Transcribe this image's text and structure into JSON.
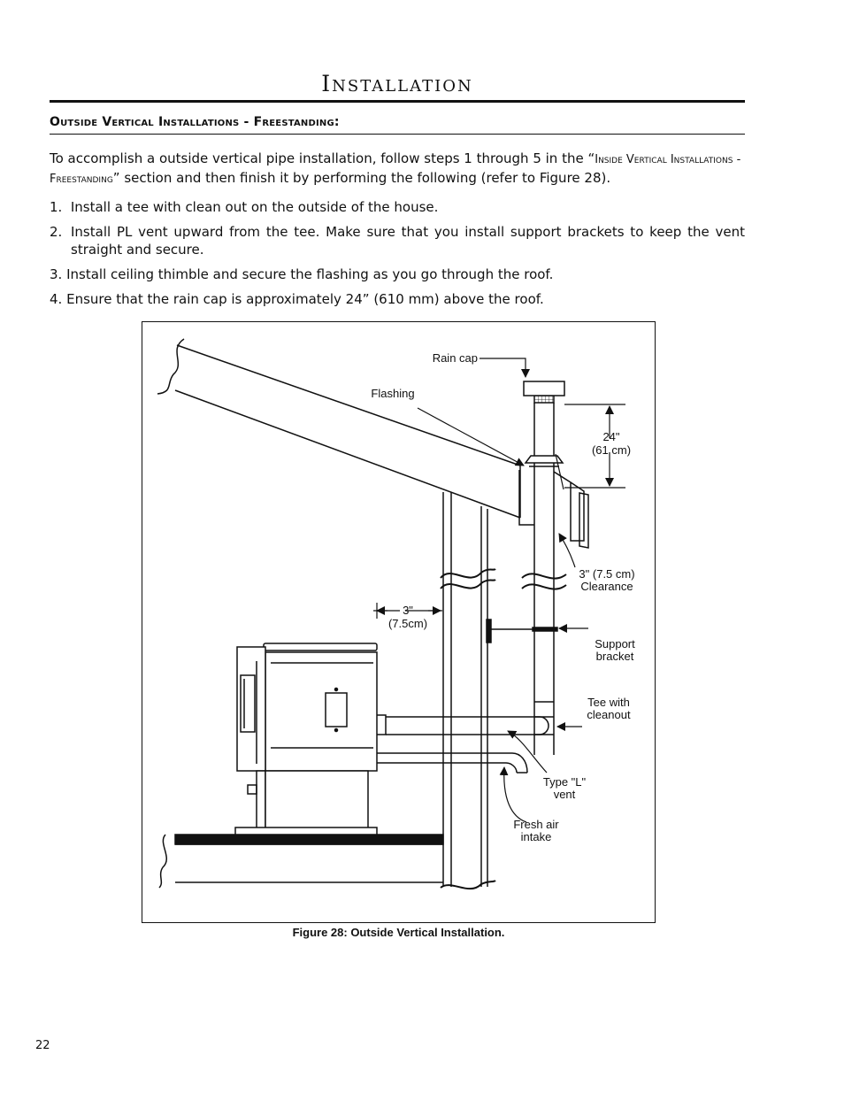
{
  "header": {
    "title": "Installation"
  },
  "section": {
    "heading": "Outside Vertical Installations - Freestanding:"
  },
  "intro": {
    "part1": "To accomplish a outside vertical pipe installation, follow steps 1 through 5 in the “",
    "reference": "Inside Vertical Installations - Freestanding",
    "part2": "” section and then finish it by performing the following (refer to Figure 28)."
  },
  "steps": [
    {
      "number": "1.",
      "text": "Install a tee with clean out on the outside of the house."
    },
    {
      "number": "2.",
      "text": "Install PL vent upward from the tee. Make sure that you install support brackets to keep the vent straight and secure."
    },
    {
      "number": "3.",
      "text": "Install ceiling thimble and secure the flashing as you go through the roof."
    },
    {
      "number": "4.",
      "text": "Ensure that the rain cap is approximately 24” (610 mm) above the roof."
    }
  ],
  "figure": {
    "labels": {
      "rain_cap": "Rain cap",
      "flashing": "Flashing",
      "height_in": "24\"",
      "height_cm": "(61 cm)",
      "clearance_in": "3\" (7.5 cm)",
      "clearance_word": "Clearance",
      "wall_gap_in": "3\"",
      "wall_gap_cm": "(7.5cm)",
      "support_1": "Support",
      "support_2": "bracket",
      "tee_1": "Tee with",
      "tee_2": "cleanout",
      "vent_1": "Type \"L\"",
      "vent_2": "vent",
      "air_1": "Fresh air",
      "air_2": "intake"
    },
    "caption": "Figure 28: Outside Vertical Installation."
  },
  "footer": {
    "page_number": "22"
  }
}
